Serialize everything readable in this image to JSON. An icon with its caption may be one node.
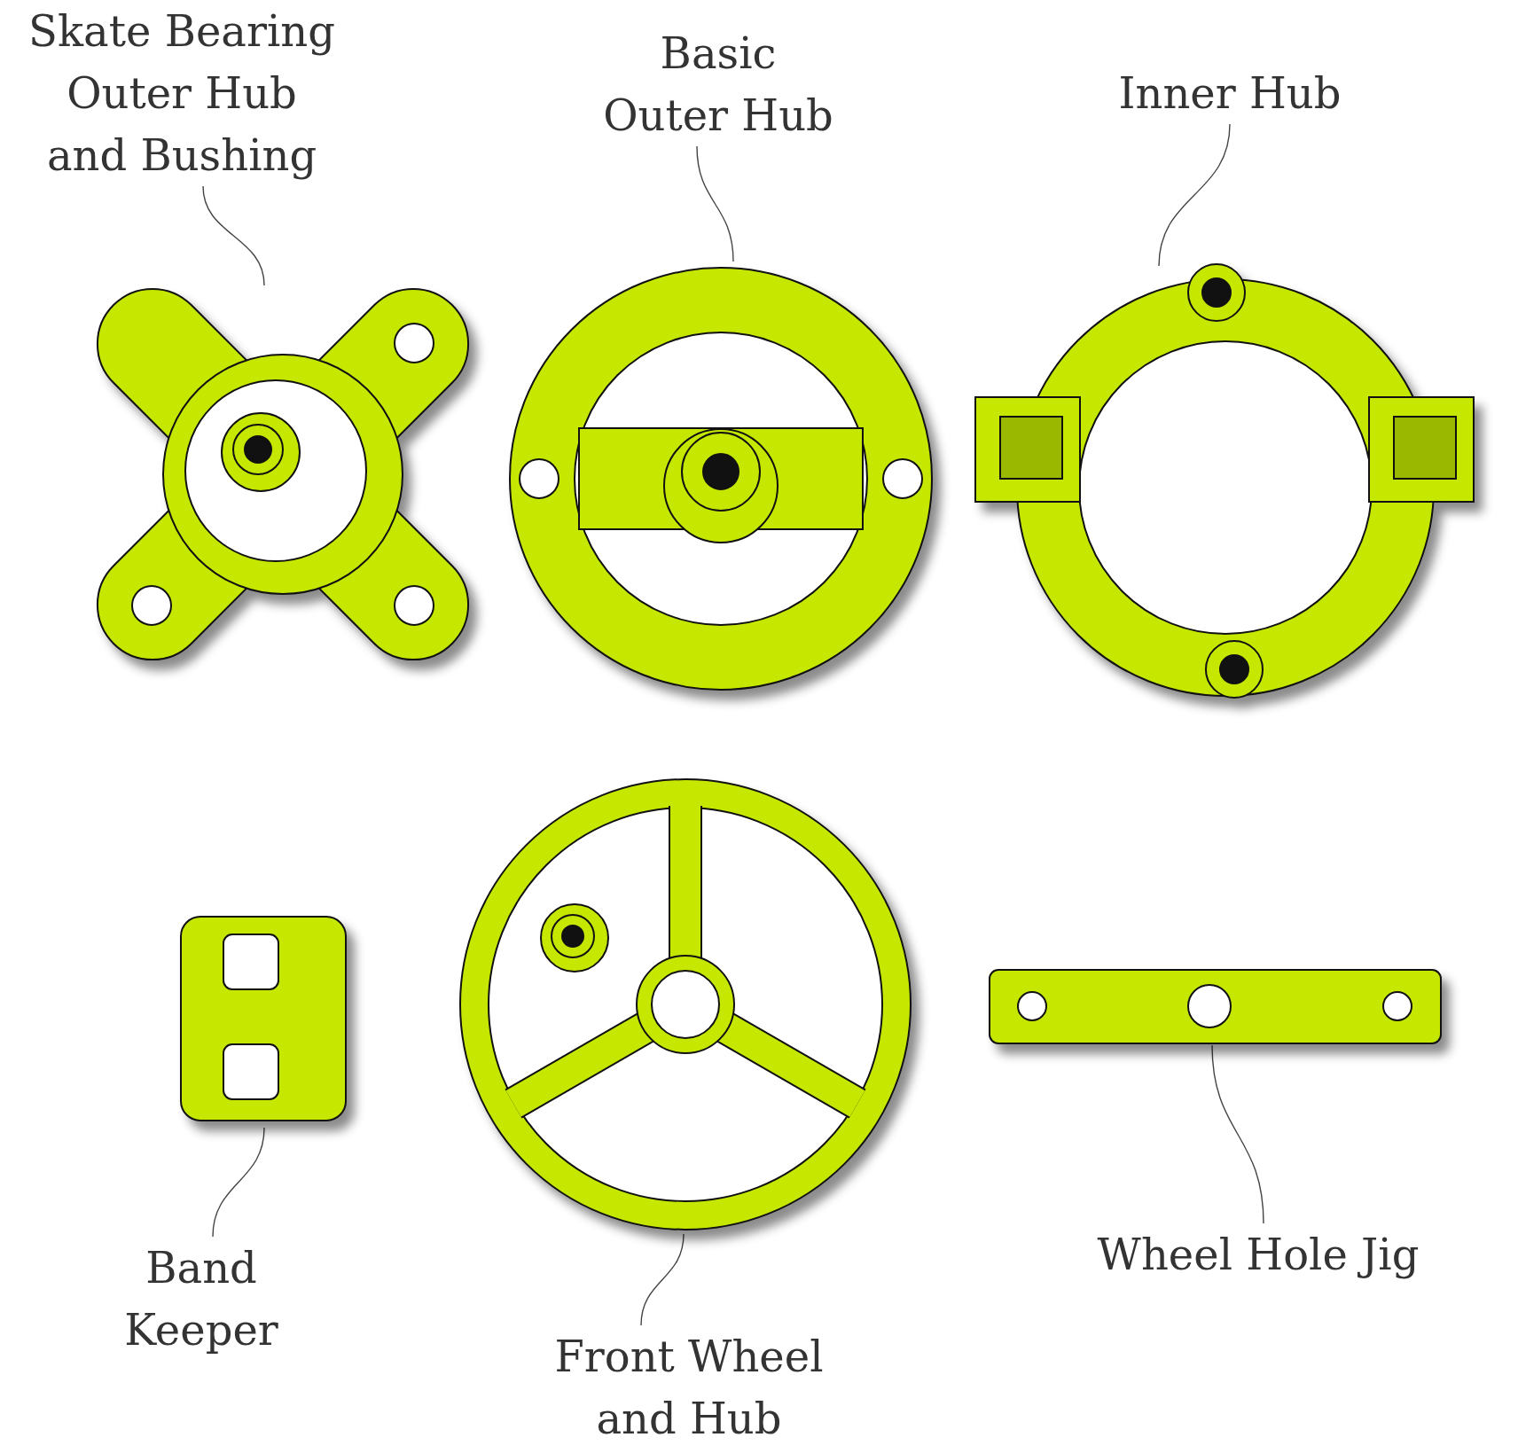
{
  "diagram": {
    "nodes": [
      {
        "text": [
          "Skate Bearing Outer Hub and Bushing"
        ]
      },
      {
        "text": [
          "Basic Outer Hub"
        ]
      },
      {
        "text": [
          "Inner Hub"
        ]
      },
      {
        "text": [],
        "shape": "picture"
      },
      {
        "text": [],
        "shape": "picture"
      },
      {
        "text": [],
        "shape": "picture"
      },
      {
        "text": [],
        "shape": "picture"
      },
      {
        "text": [],
        "shape": "picture"
      },
      {
        "text": [],
        "shape": "picture"
      },
      {
        "text": [
          "Wheel Hole Jig"
        ]
      },
      {
        "text": [
          "Band Keeper"
        ]
      },
      {
        "text": [
          "Front Wheel and Hub"
        ]
      }
    ],
    "edges": [
      {
        "from": 0,
        "to": 3,
        "arrow": "none"
      },
      {
        "from": 1,
        "to": 4,
        "arrow": "none"
      },
      {
        "from": 2,
        "to": 5,
        "arrow": "none"
      },
      {
        "from": 10,
        "to": 6,
        "arrow": "none"
      },
      {
        "from": 11,
        "to": 7,
        "arrow": "none"
      },
      {
        "from": 9,
        "to": 8,
        "arrow": "none"
      }
    ]
  }
}
